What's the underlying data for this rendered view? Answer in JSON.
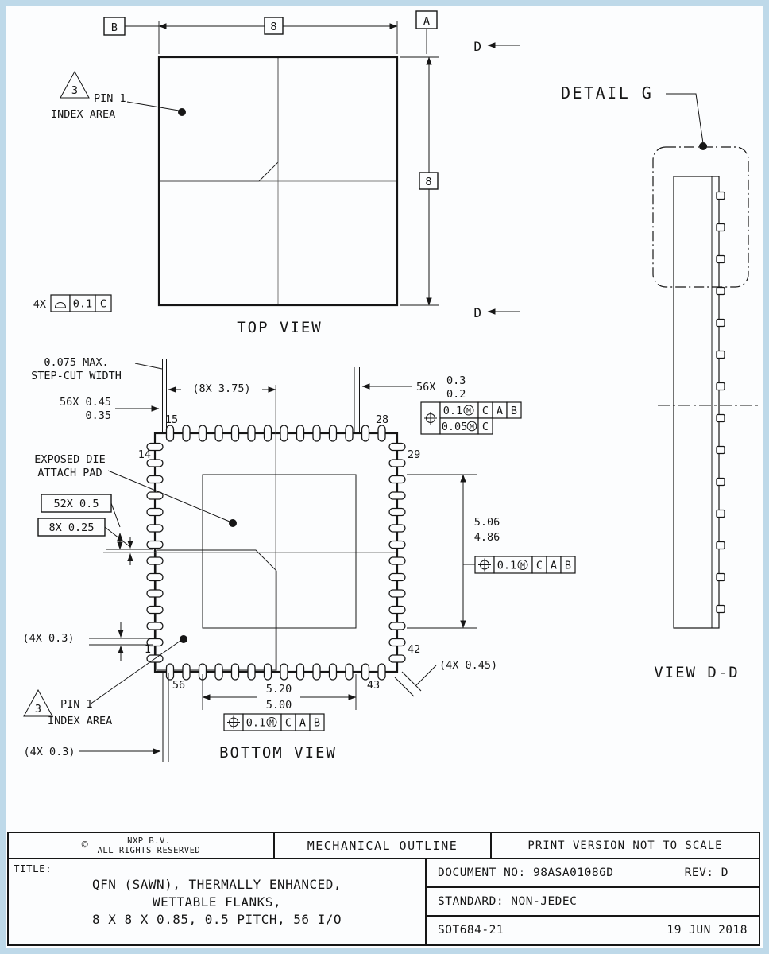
{
  "frame_color": "#bed9e9",
  "top_view": {
    "label": "TOP VIEW",
    "datum_a": "A",
    "datum_b": "B",
    "datum_c": "C",
    "dim_width": "8",
    "dim_height": "8",
    "section_letter": "D",
    "pin1_flag": "3",
    "pin1_note_line1": "PIN 1",
    "pin1_note_line2": "INDEX AREA",
    "coplanarity_count": "4X",
    "coplanarity_tol": "0.1",
    "profile_symbol": "profile-of-a-surface"
  },
  "detail_g": {
    "label": "DETAIL G"
  },
  "view_dd": {
    "label": "VIEW D-D"
  },
  "bottom_view": {
    "label": "BOTTOM VIEW",
    "stepcut_note_line1": "0.075 MAX.",
    "stepcut_note_line2": "STEP-CUT WIDTH",
    "lead_width": "56X 0.45",
    "lead_width_min": "0.35",
    "pitch_span": "(8X 3.75)",
    "lead_length_count": "56X",
    "lead_length_max": "0.3",
    "lead_length_min": "0.2",
    "exposed_pad_line1": "EXPOSED DIE",
    "exposed_pad_line2": "ATTACH PAD",
    "pitch_note": "52X 0.5",
    "half_pitch_note": "8X 0.25",
    "corner_note_left": "(4X 0.3)",
    "corner_note_bottom": "(4X 0.3)",
    "corner_note_right": "(4X 0.45)",
    "pad_height_max": "5.06",
    "pad_height_min": "4.86",
    "pad_width_max": "5.20",
    "pad_width_min": "5.00",
    "pin1_flag": "3",
    "pin1_note_line1": "PIN 1",
    "pin1_note_line2": "INDEX AREA",
    "pin_labels": {
      "p15": "15",
      "p28": "28",
      "p14": "14",
      "p29": "29",
      "p1": "1",
      "p42": "42",
      "p56": "56",
      "p43": "43"
    },
    "fcf_leads": {
      "symbol": "position",
      "tol1": "0.1",
      "tol2": "0.05",
      "mod": "M",
      "datums1": [
        "C",
        "A",
        "B"
      ],
      "datums2": [
        "C"
      ]
    },
    "fcf_pad_vertical": {
      "symbol": "position",
      "tol": "0.1",
      "mod": "M",
      "datums": [
        "C",
        "A",
        "B"
      ]
    },
    "fcf_pad_horizontal": {
      "symbol": "position",
      "tol": "0.1",
      "mod": "M",
      "datums": [
        "C",
        "A",
        "B"
      ]
    }
  },
  "title_block": {
    "copyright": "©",
    "company_line1": "NXP B.V.",
    "company_line2": "ALL RIGHTS RESERVED",
    "sheet_type": "MECHANICAL OUTLINE",
    "print_note": "PRINT VERSION NOT TO SCALE",
    "title_label": "TITLE:",
    "title_line1": "QFN (SAWN), THERMALLY ENHANCED,",
    "title_line2": "WETTABLE FLANKS,",
    "title_line3": "8 X 8 X 0.85, 0.5 PITCH, 56 I/O",
    "document_no": "DOCUMENT NO: 98ASA01086D",
    "revision": "REV: D",
    "standard": "STANDARD: NON-JEDEC",
    "package_code": "SOT684-21",
    "date": "19 JUN 2018"
  }
}
